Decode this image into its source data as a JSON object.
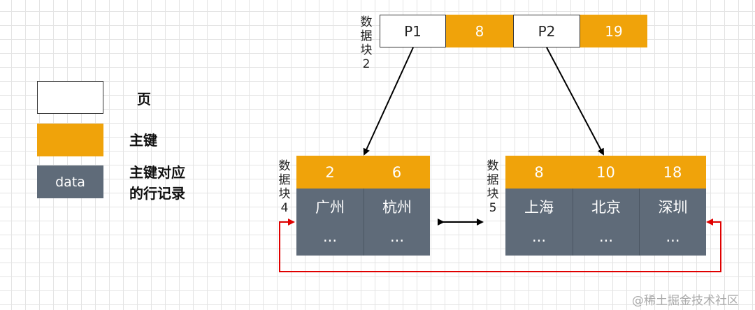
{
  "legend": {
    "page_label": "页",
    "key_label": "主键",
    "data_box_text": "data",
    "data_label_line1": "主键对应",
    "data_label_line2": "的行记录"
  },
  "root_block": {
    "label": [
      "数",
      "据",
      "块",
      "2"
    ],
    "cells": [
      "P1",
      "8",
      "P2",
      "19"
    ]
  },
  "left_block": {
    "label": [
      "数",
      "据",
      "块",
      "4"
    ],
    "keys": [
      "2",
      "6"
    ],
    "data": [
      {
        "name": "广州",
        "more": "..."
      },
      {
        "name": "杭州",
        "more": "..."
      }
    ]
  },
  "right_block": {
    "label": [
      "数",
      "据",
      "块",
      "5"
    ],
    "keys": [
      "8",
      "10",
      "18"
    ],
    "data": [
      {
        "name": "上海",
        "more": "..."
      },
      {
        "name": "北京",
        "more": "..."
      },
      {
        "name": "深圳",
        "more": "..."
      }
    ]
  },
  "watermark": "@稀土掘金技术社区",
  "colors": {
    "key": "#f0a30a",
    "data": "#5f6b79",
    "link": "#e00000"
  }
}
